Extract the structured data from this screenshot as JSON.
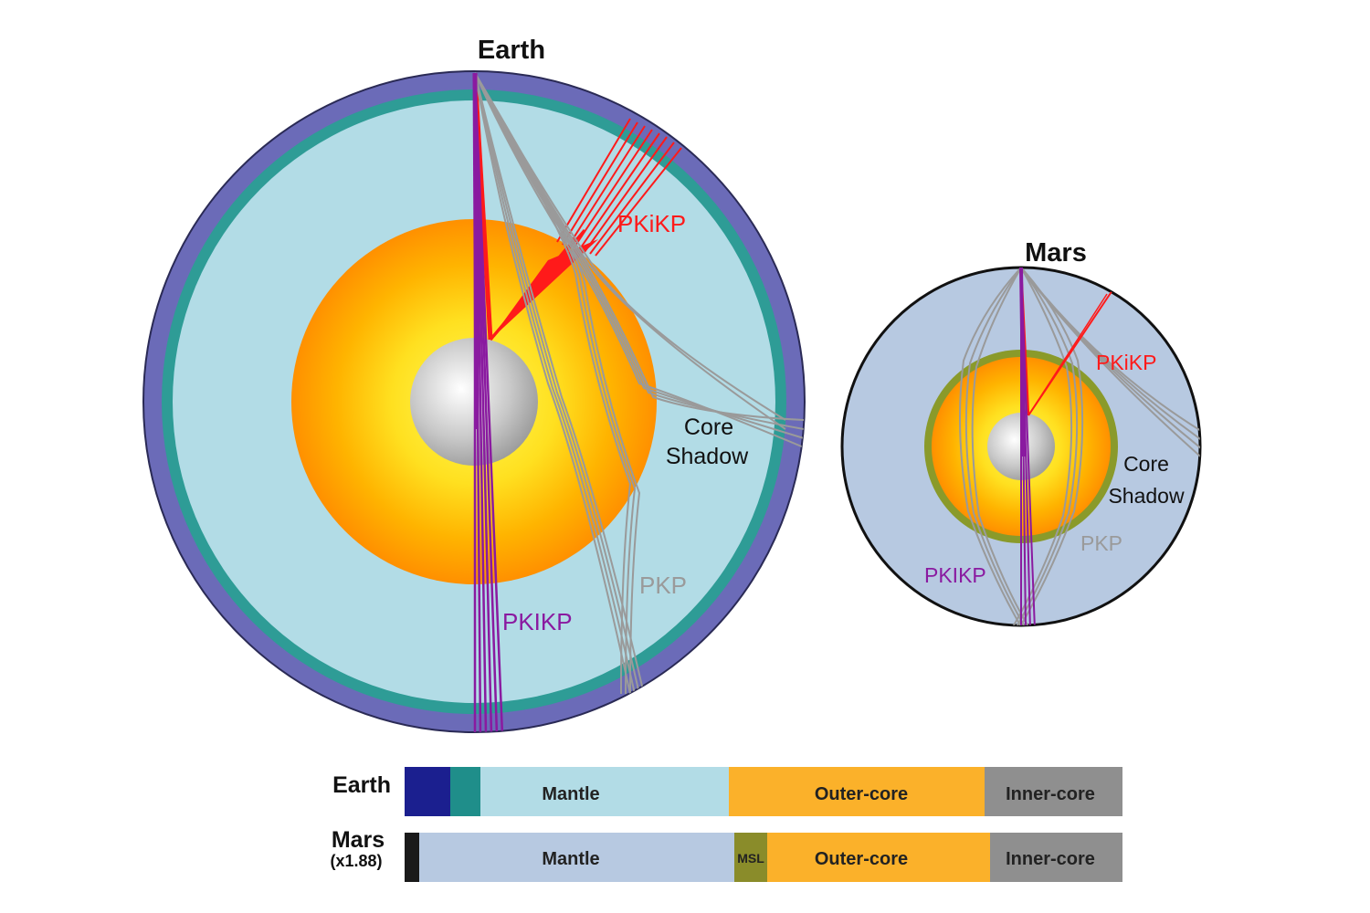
{
  "earth": {
    "title": "Earth",
    "labels": {
      "pkikp_red": "PKiKP",
      "core_shadow_1": "Core",
      "core_shadow_2": "Shadow",
      "pkp": "PKP",
      "pkikp_purple": "PKIKP"
    }
  },
  "mars": {
    "title": "Mars",
    "labels": {
      "pkikp_red": "PKiKP",
      "core_shadow_1": "Core",
      "core_shadow_2": "Shadow",
      "pkp": "PKP",
      "pkikp_purple": "PKIKP"
    }
  },
  "bars": {
    "earth": {
      "label": "Earth",
      "mantle": "Mantle",
      "outer_core": "Outer-core",
      "inner_core": "Inner-core"
    },
    "mars": {
      "label": "Mars",
      "scale": "(x1.88)",
      "mantle": "Mantle",
      "msl": "MSL",
      "outer_core": "Outer-core",
      "inner_core": "Inner-core"
    }
  },
  "colors": {
    "crust_earth": "#6b6bb8",
    "teal_layer": "#2e9c96",
    "earth_mantle": "#b2dce6",
    "mars_mantle": "#b7c9e1",
    "outer_core_edge": "#ff9a00",
    "outer_core_mid": "#ffd21a",
    "outer_core_center": "#fff94a",
    "inner_core": "#bdbdbd",
    "ray_red": "#ff1a1a",
    "ray_purple": "#8a1aa0",
    "ray_gray": "#9a9a9a",
    "bar_navy": "#1b1f8f",
    "bar_teal": "#1f8e8a",
    "bar_outer": "#fbb12a",
    "bar_inner": "#8f8f8f",
    "bar_msl": "#8a8c2a",
    "bar_black": "#1a1a1a"
  }
}
